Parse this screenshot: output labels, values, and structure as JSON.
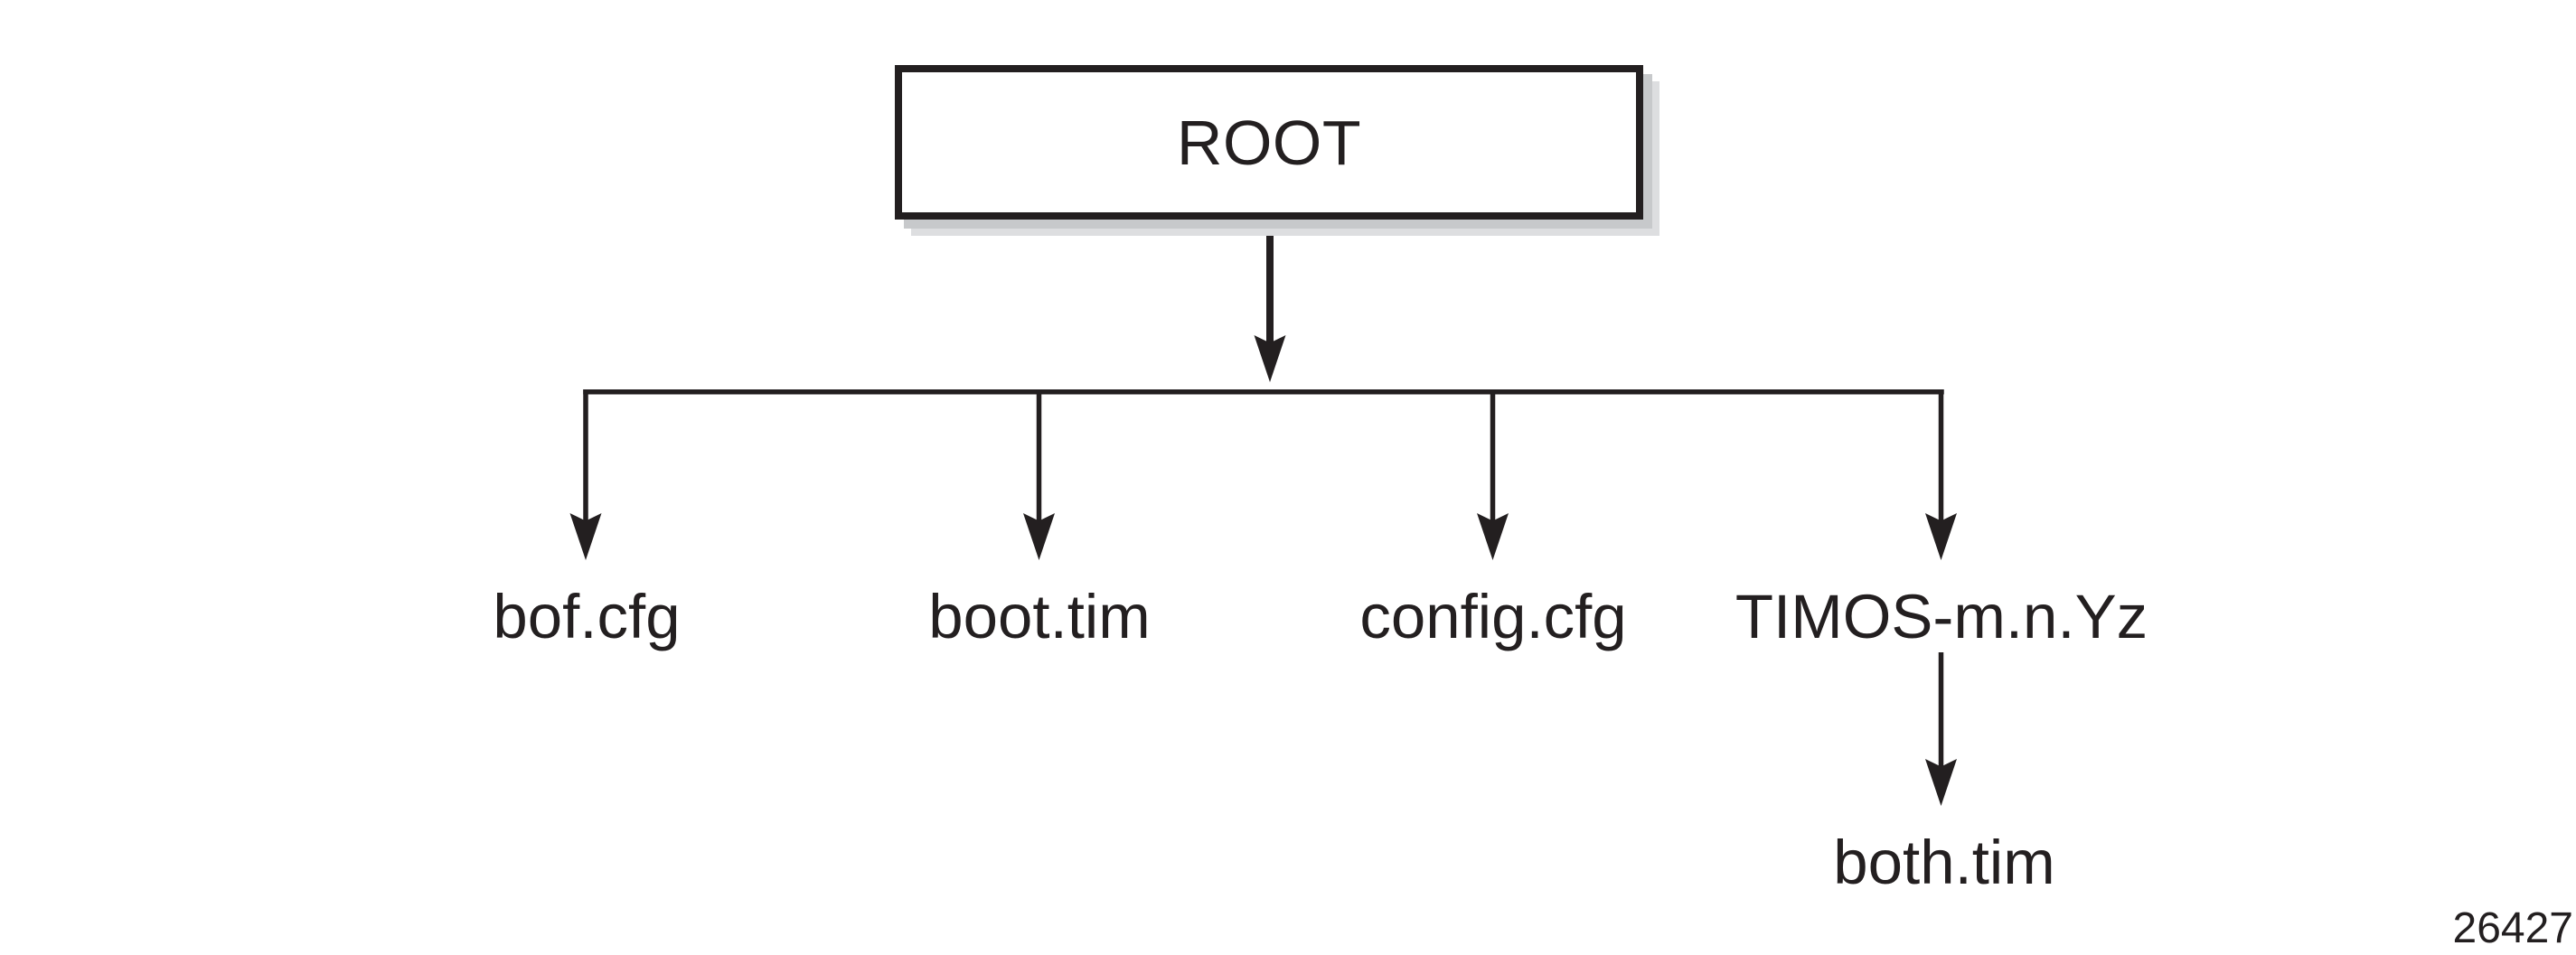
{
  "figure": {
    "number": "26427"
  },
  "tree": {
    "root": {
      "label": "ROOT"
    },
    "children": [
      {
        "label": "bof.cfg"
      },
      {
        "label": "boot.tim"
      },
      {
        "label": "config.cfg"
      },
      {
        "label": "TIMOS-m.n.Yz",
        "children": [
          {
            "label": "both.tim"
          }
        ]
      }
    ]
  },
  "colors": {
    "ink": "#231f20",
    "background": "#ffffff",
    "shadow_dark": "#c7c9cb",
    "shadow_light": "#dddee0"
  }
}
